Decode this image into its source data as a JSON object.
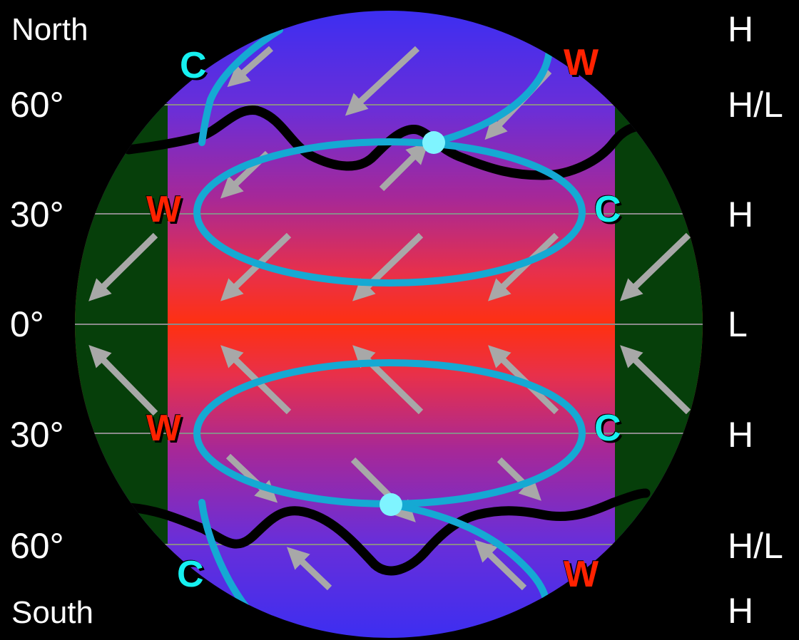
{
  "latitude_labels": {
    "north": "North",
    "n60": "60°",
    "n30": "30°",
    "eq": "0°",
    "s30": "30°",
    "s60": "60°",
    "south": "South"
  },
  "pressure_labels": [
    "H",
    "H/L",
    "H",
    "L",
    "H",
    "H/L",
    "H"
  ],
  "front_markers": {
    "warm": "W",
    "cold": "C"
  },
  "colors": {
    "background": "#000000",
    "polar_ocean": "#3b2ef2",
    "equator_ocean": "#ff3010",
    "land": "#063f0a",
    "jet_stream": "#15a9d3",
    "polar_front": "#000000",
    "wind_arrow": "#a8a8a8",
    "warm_marker": "#ff2200",
    "cold_marker": "#16f0f0",
    "label_text": "#ffffff"
  }
}
